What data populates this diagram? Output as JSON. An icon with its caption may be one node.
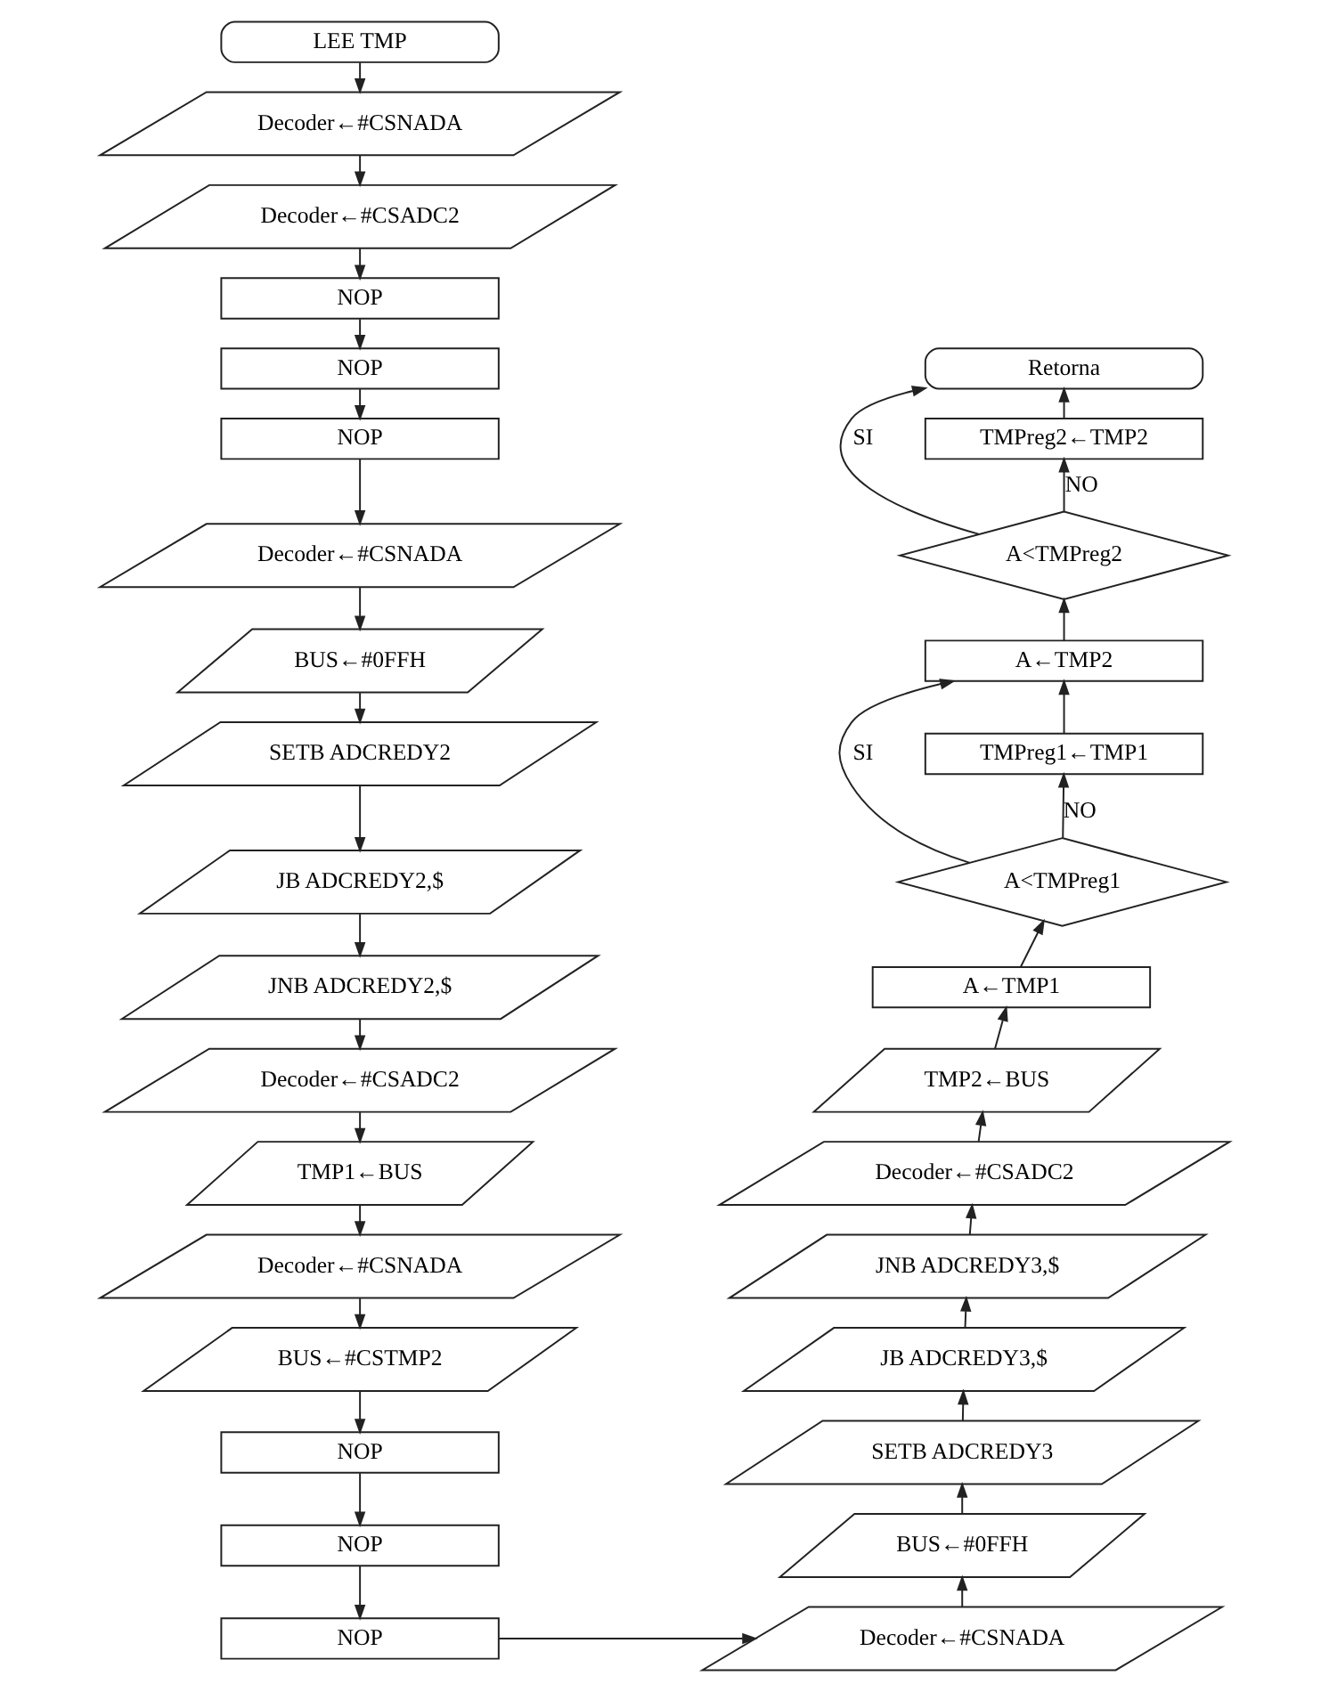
{
  "diagram": {
    "nodes": [
      {
        "text": [
          "LEE TMP"
        ]
      },
      {
        "text": [
          "Decoder←#CSNADA"
        ]
      },
      {
        "text": [
          "Decoder←#CSADC2"
        ]
      },
      {
        "text": [
          "NOP"
        ]
      },
      {
        "text": [
          "NOP"
        ]
      },
      {
        "text": [
          "NOP"
        ]
      },
      {
        "text": [
          "Decoder←#CSNADA"
        ]
      },
      {
        "text": [
          "BUS←#0FFH"
        ]
      },
      {
        "text": [
          "SETB ADCREDY2"
        ]
      },
      {
        "text": [
          "JB ADCREDY2,$"
        ]
      },
      {
        "text": [
          "JNB ADCREDY2,$"
        ]
      },
      {
        "text": [
          "Decoder←#CSADC2"
        ]
      },
      {
        "text": [
          "TMP1←BUS"
        ]
      },
      {
        "text": [
          "Decoder←#CSNADA"
        ]
      },
      {
        "text": [
          "BUS←#CSTMP2"
        ]
      },
      {
        "text": [
          "NOP"
        ]
      },
      {
        "text": [
          "NOP"
        ]
      },
      {
        "text": [
          "NOP"
        ]
      },
      {
        "text": [
          "Decoder←#CSNADA"
        ]
      },
      {
        "text": [
          "BUS←#0FFH"
        ]
      },
      {
        "text": [
          "SETB ADCREDY3"
        ]
      },
      {
        "text": [
          "JB ADCREDY3,$"
        ]
      },
      {
        "text": [
          "JNB ADCREDY3,$"
        ]
      },
      {
        "text": [
          "Decoder←#CSADC2"
        ]
      },
      {
        "text": [
          "TMP2←BUS"
        ]
      },
      {
        "text": [
          "A←TMP1"
        ]
      },
      {
        "text": [
          "A<TMPreg1"
        ]
      },
      {
        "text": [
          "TMPreg1←TMP1"
        ]
      },
      {
        "text": [
          "A←TMP2"
        ]
      },
      {
        "text": [
          "A<TMPreg2"
        ]
      },
      {
        "text": [
          "TMPreg2←TMP2"
        ]
      },
      {
        "text": [
          "Retorna"
        ]
      }
    ],
    "edges": [
      {
        "from": 0,
        "to": 1,
        "arrow": "to"
      },
      {
        "from": 1,
        "to": 2,
        "arrow": "to"
      },
      {
        "from": 2,
        "to": 3,
        "arrow": "to"
      },
      {
        "from": 3,
        "to": 4,
        "arrow": "to"
      },
      {
        "from": 4,
        "to": 5,
        "arrow": "to"
      },
      {
        "from": 5,
        "to": 6,
        "arrow": "to"
      },
      {
        "from": 6,
        "to": 7,
        "arrow": "to"
      },
      {
        "from": 7,
        "to": 8,
        "arrow": "to"
      },
      {
        "from": 8,
        "to": 9,
        "arrow": "to"
      },
      {
        "from": 9,
        "to": 10,
        "arrow": "to"
      },
      {
        "from": 10,
        "to": 11,
        "arrow": "to"
      },
      {
        "from": 11,
        "to": 12,
        "arrow": "to"
      },
      {
        "from": 12,
        "to": 13,
        "arrow": "to"
      },
      {
        "from": 13,
        "to": 14,
        "arrow": "to"
      },
      {
        "from": 14,
        "to": 15,
        "arrow": "to"
      },
      {
        "from": 15,
        "to": 16,
        "arrow": "to"
      },
      {
        "from": 16,
        "to": 17,
        "arrow": "to"
      },
      {
        "from": 17,
        "to": 18,
        "arrow": "to"
      },
      {
        "from": 18,
        "to": 19,
        "arrow": "to"
      },
      {
        "from": 19,
        "to": 20,
        "arrow": "to"
      },
      {
        "from": 20,
        "to": 21,
        "arrow": "to"
      },
      {
        "from": 21,
        "to": 22,
        "arrow": "to"
      },
      {
        "from": 22,
        "to": 23,
        "arrow": "to"
      },
      {
        "from": 23,
        "to": 24,
        "arrow": "to"
      },
      {
        "from": 24,
        "to": 25,
        "arrow": "to"
      },
      {
        "from": 25,
        "to": 26,
        "arrow": "to"
      },
      {
        "from": 26,
        "to": 27,
        "label": "NO",
        "arrow": "to"
      },
      {
        "from": 26,
        "to": 28,
        "label": "SI",
        "arrow": "to"
      },
      {
        "from": 27,
        "to": 28,
        "arrow": "to"
      },
      {
        "from": 28,
        "to": 29,
        "arrow": "to"
      },
      {
        "from": 29,
        "to": 30,
        "label": "NO",
        "arrow": "to"
      },
      {
        "from": 29,
        "to": 31,
        "label": "SI",
        "arrow": "to"
      },
      {
        "from": 30,
        "to": 31,
        "arrow": "to"
      }
    ]
  }
}
